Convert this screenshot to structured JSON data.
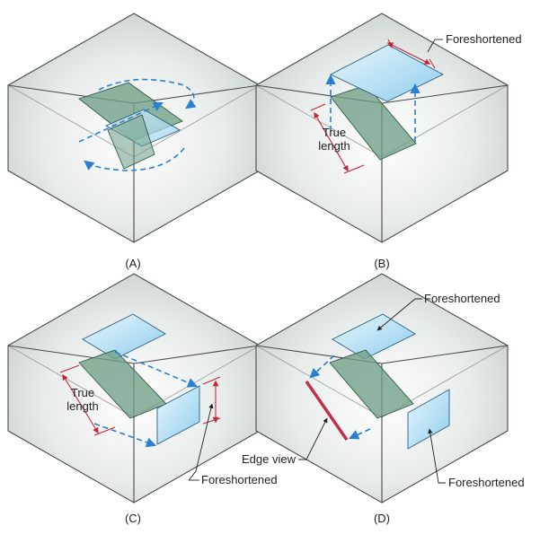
{
  "panels": [
    {
      "caption": "(A)"
    },
    {
      "caption": "(B)",
      "labels": [
        "Foreshortened",
        "True",
        "length"
      ]
    },
    {
      "caption": "(C)",
      "labels": [
        "True",
        "length",
        "Foreshortened"
      ]
    },
    {
      "caption": "(D)",
      "labels": [
        "Foreshortened",
        "Edge view",
        "Foreshortened"
      ]
    }
  ],
  "colors": {
    "inclined_plane": "#6f9f86",
    "projection_plane": "#b9e3f7",
    "projector": "#2a7fd0",
    "dimension": "#c4263a",
    "edge_view": "#c0304a"
  }
}
